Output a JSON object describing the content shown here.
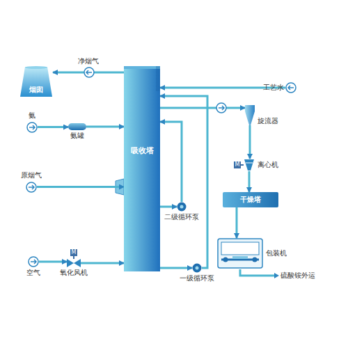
{
  "diagram": {
    "nodes": [
      {
        "text": [
          "烟囱"
        ]
      },
      {
        "text": [
          "吸收塔"
        ]
      },
      {
        "text": [
          "工艺水"
        ]
      },
      {
        "text": [
          "旋流器"
        ]
      },
      {
        "text": [
          "氨"
        ]
      },
      {
        "text": [
          "氨罐"
        ]
      },
      {
        "text": [
          "离心机"
        ]
      },
      {
        "text": [
          "原烟气"
        ]
      },
      {
        "text": [
          "干燥塔"
        ]
      },
      {
        "text": [
          "二级循环泵"
        ]
      },
      {
        "text": [
          "包装机"
        ]
      },
      {
        "text": [
          "空气"
        ]
      },
      {
        "text": [
          "氧化风机"
        ]
      },
      {
        "text": [
          "一级循环泵"
        ]
      }
    ],
    "edges": [
      {
        "from": 1,
        "to": 0,
        "label": "净烟气",
        "arrow": "to"
      },
      {
        "from": 2,
        "to": 1,
        "arrow": "to"
      },
      {
        "from": 4,
        "to": 5,
        "arrow": "to"
      },
      {
        "from": 5,
        "to": 1,
        "arrow": "to"
      },
      {
        "from": 7,
        "to": 1,
        "arrow": "to"
      },
      {
        "from": 11,
        "to": 12,
        "arrow": "to"
      },
      {
        "from": 12,
        "to": 1,
        "arrow": "to"
      },
      {
        "from": 1,
        "to": 3,
        "arrow": "to"
      },
      {
        "from": 3,
        "to": 6,
        "arrow": "to"
      },
      {
        "from": 6,
        "to": 8,
        "arrow": "to"
      },
      {
        "from": 8,
        "to": 10,
        "arrow": "to"
      },
      {
        "from": 1,
        "to": 9,
        "arrow": "to"
      },
      {
        "from": 9,
        "to": 1,
        "arrow": "to"
      },
      {
        "from": 1,
        "to": 13,
        "arrow": "to"
      },
      {
        "from": 13,
        "to": 1,
        "arrow": "to"
      }
    ],
    "labels": [
      "M",
      "M",
      "硫酸铵外运"
    ]
  }
}
